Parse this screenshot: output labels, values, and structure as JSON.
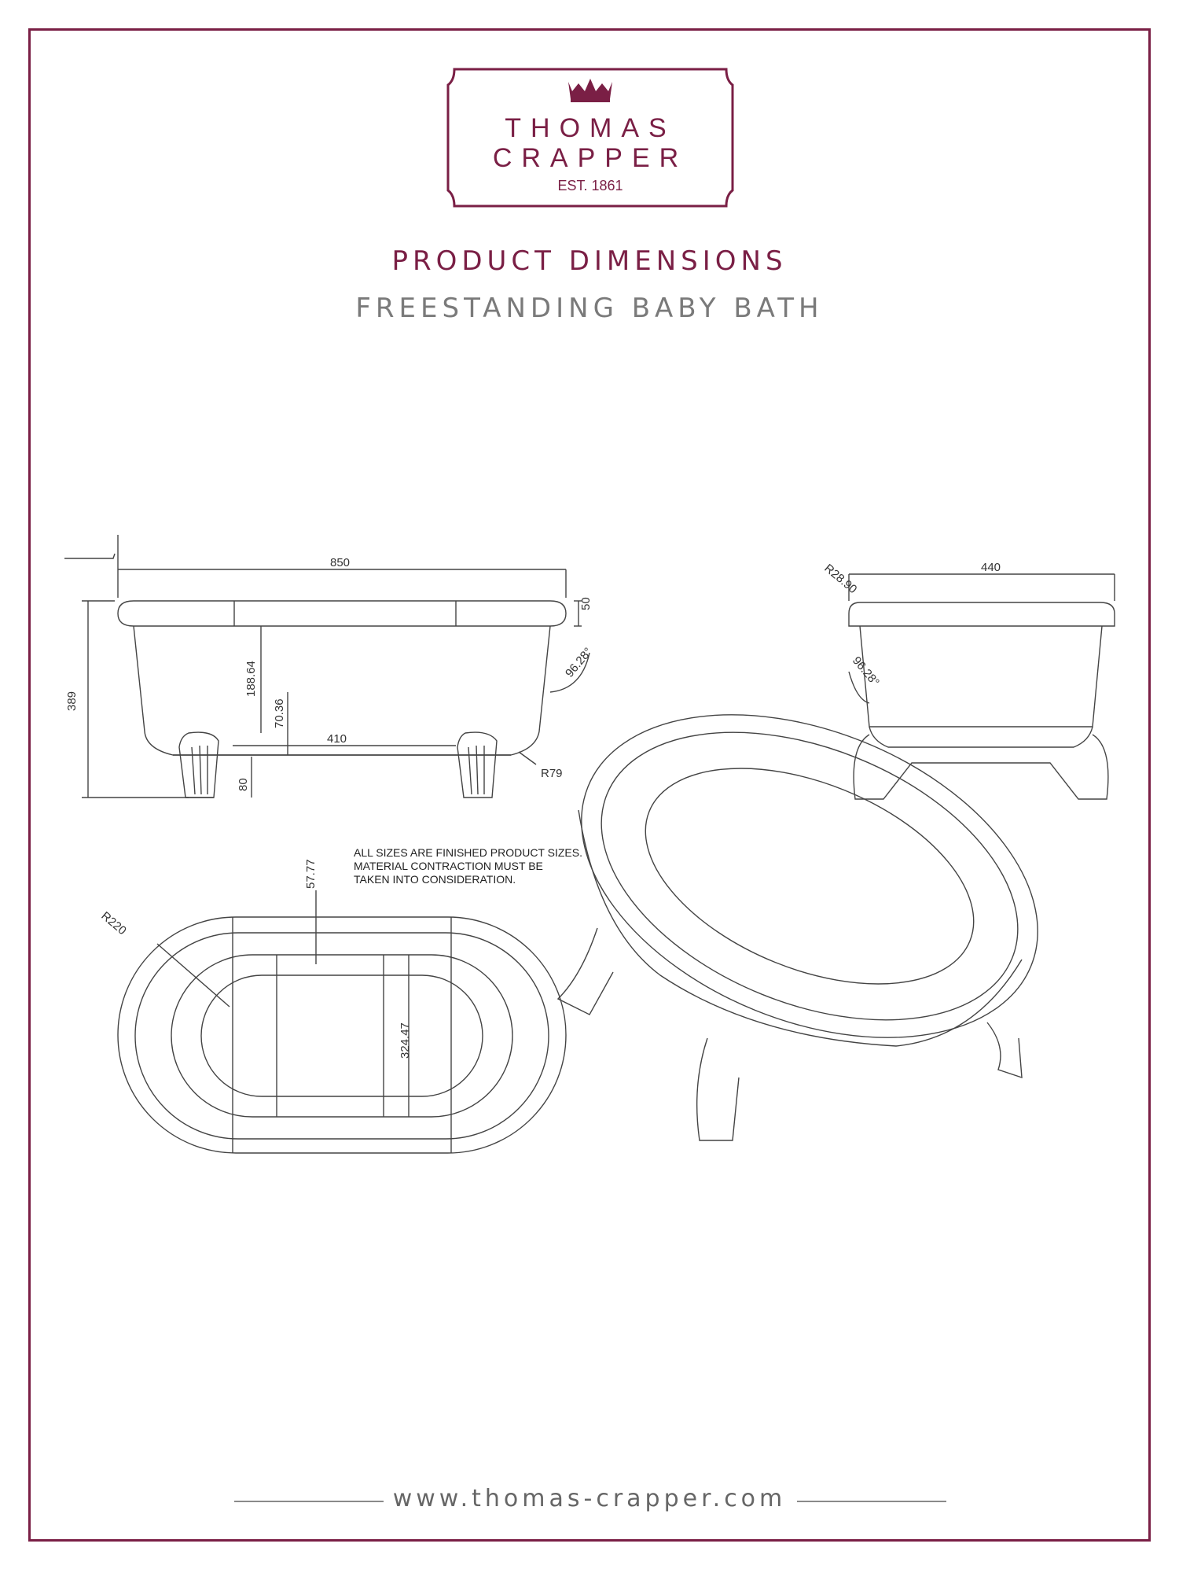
{
  "brand": {
    "line1": "THOMAS",
    "line2": "CRAPPER",
    "est": "EST. 1861",
    "color": "#7a1f45"
  },
  "heading": {
    "title": "PRODUCT DIMENSIONS",
    "subtitle": "FREESTANDING BABY BATH"
  },
  "dimensions": {
    "length": "850",
    "height_total": "389",
    "rim": "50",
    "depth_inner": "188.64",
    "inner_offset": "70.36",
    "base_span": "410",
    "foot_height": "80",
    "side_angle": "96.28°",
    "foot_radius": "R79",
    "width": "440",
    "rim_radius": "R28.90",
    "end_angle": "96.28°",
    "plan_radius": "R220",
    "plan_rim_offset": "57.77",
    "plan_inner_width": "324.47"
  },
  "note": {
    "line1": "ALL SIZES ARE FINISHED PRODUCT SIZES.",
    "line2": "MATERIAL CONTRACTION MUST BE",
    "line3": "TAKEN INTO CONSIDERATION."
  },
  "footer": {
    "url": "www.thomas-crapper.com"
  }
}
